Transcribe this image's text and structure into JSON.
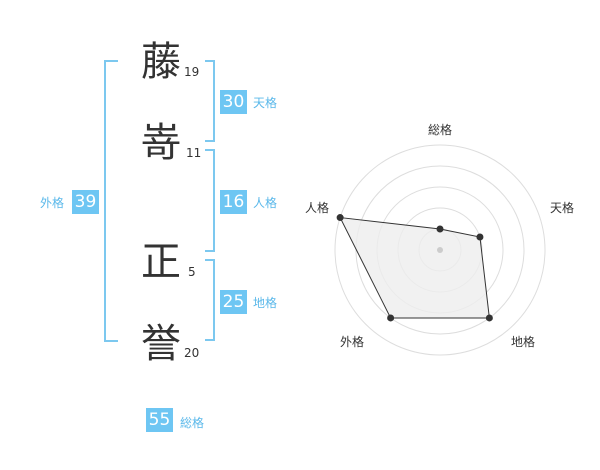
{
  "name_chars": [
    {
      "char": "藤",
      "strokes": "19"
    },
    {
      "char": "嵜",
      "strokes": "11"
    },
    {
      "char": "正",
      "strokes": "5"
    },
    {
      "char": "誉",
      "strokes": "20"
    }
  ],
  "fortunes": {
    "tenkaku": {
      "value": "30",
      "label": "天格"
    },
    "jinkaku": {
      "value": "16",
      "label": "人格"
    },
    "chikaku": {
      "value": "25",
      "label": "地格"
    },
    "gaikaku": {
      "value": "39",
      "label": "外格"
    },
    "soukaku": {
      "value": "55",
      "label": "総格"
    }
  },
  "radar": {
    "axes": [
      "総格",
      "天格",
      "地格",
      "外格",
      "人格"
    ],
    "levels": 5,
    "values": [
      1,
      2,
      4,
      4,
      5
    ],
    "max": 5,
    "colors": {
      "ring": "#dddddd",
      "fill": "#eeeeee",
      "stroke": "#333333",
      "point": "#333333",
      "center": "#cccccc"
    }
  }
}
